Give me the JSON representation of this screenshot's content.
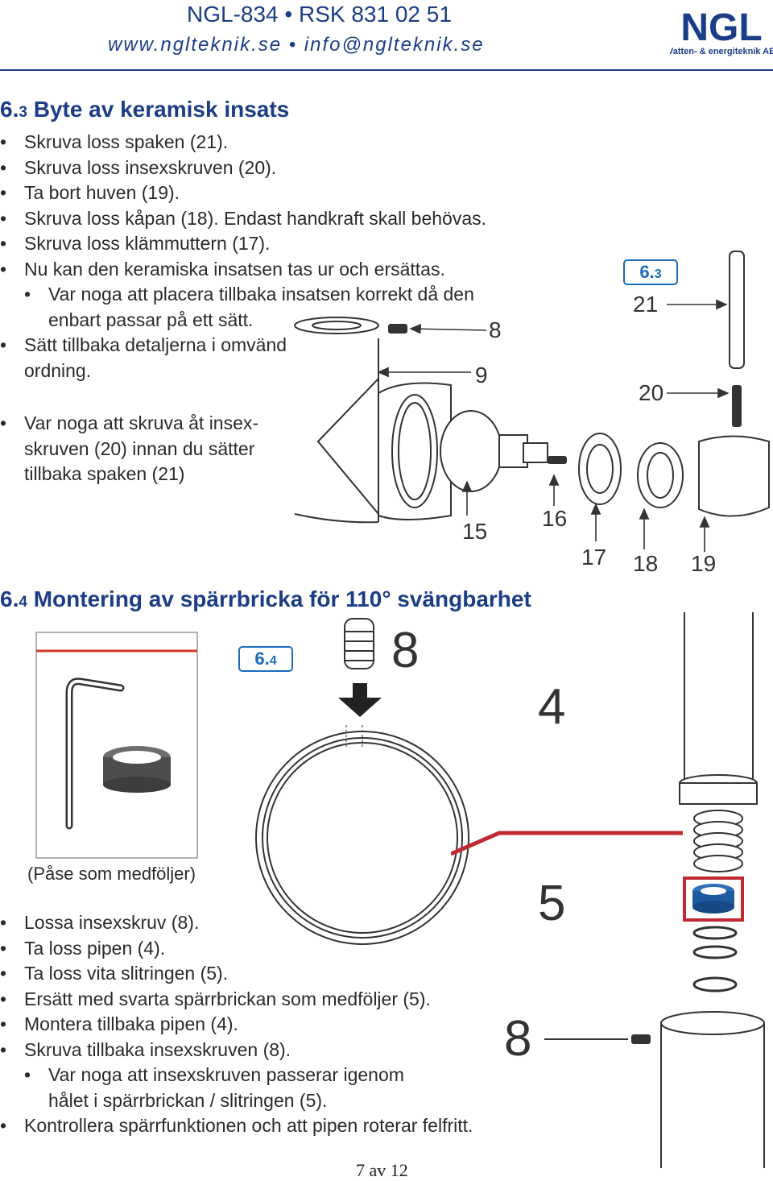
{
  "header": {
    "title": "NGL-834 • RSK 831 02 51",
    "web": "www.nglteknik.se • info@nglteknik.se",
    "logo_text": "NGL",
    "logo_tagline": "Vatten- & energiteknik AB",
    "brand_color": "#1b3d86"
  },
  "section63": {
    "title_num": "6.",
    "title_sub": "3",
    "title_text": " Byte av keramisk insats",
    "bullets": [
      "Skruva loss spaken (21).",
      "Skruva loss insexskruven (20).",
      "Ta bort huven (19).",
      "Skruva loss kåpan (18). Endast handkraft skall behövas.",
      "Skruva loss klämmuttern (17).",
      "Nu kan den keramiska insatsen tas ur och ersättas.",
      "Var noga att placera tillbaka insatsen korrekt då den",
      "enbart passar på ett sätt.",
      "Sätt tillbaka detaljerna i omvänd",
      "ordning.",
      "Var noga att skruva åt insex-",
      "skruven (20) innan du sätter",
      "tillbaka spaken (21)"
    ],
    "badge_num": "6.",
    "badge_sub": "3",
    "labels": {
      "p8": "8",
      "p9": "9",
      "p15": "15",
      "p16": "16",
      "p17": "17",
      "p18": "18",
      "p19": "19",
      "p20": "20",
      "p21": "21"
    }
  },
  "section64": {
    "title_num": "6.",
    "title_sub": "4",
    "title_text": " Montering av spärrbricka för 110° svängbarhet",
    "badge_num": "6.",
    "badge_sub": "4",
    "caption": "(Påse som medföljer)",
    "labels": {
      "p8_top": "8",
      "p4": "4",
      "p5": "5",
      "p8_bottom": "8"
    },
    "bullets": [
      "Lossa insexskruv (8).",
      "Ta loss pipen (4).",
      "Ta loss vita slitringen (5).",
      "Ersätt med svarta spärrbrickan som medföljer (5).",
      "Montera tillbaka pipen (4).",
      "Skruva tillbaka insexskruven (8).",
      "Var noga att insexskruven passerar igenom",
      "hålet i spärrbrickan / slitringen (5).",
      "Kontrollera spärrfunktionen och att pipen roterar felfritt."
    ]
  },
  "footer": {
    "page": "7 av 12"
  }
}
